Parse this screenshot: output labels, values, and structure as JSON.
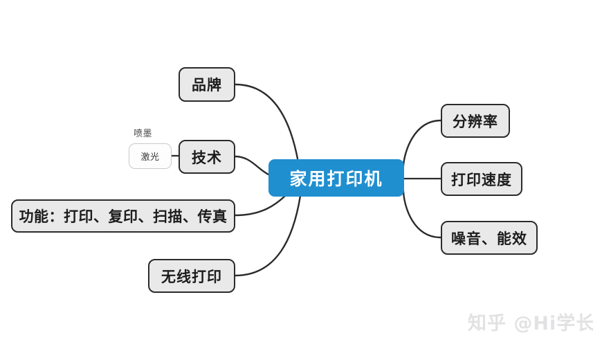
{
  "diagram": {
    "type": "mind-map",
    "background_color": "#ffffff",
    "edge_color": "#2b2b2b",
    "central": {
      "label": "家用打印机",
      "fill_color": "#1f8fd0",
      "text_color": "#ffffff"
    },
    "node_fill_color": "#e9e9e9",
    "node_border_color": "#2b2b2b",
    "branches": [
      {
        "id": "brand",
        "label": "品牌",
        "side": "left"
      },
      {
        "id": "tech",
        "label": "技术",
        "side": "left"
      },
      {
        "id": "function",
        "label": "功能：打印、复印、扫描、传真",
        "side": "left"
      },
      {
        "id": "wireless",
        "label": "无线打印",
        "side": "left"
      },
      {
        "id": "dpi",
        "label": "分辨率",
        "side": "right"
      },
      {
        "id": "speed",
        "label": "打印速度",
        "side": "right"
      },
      {
        "id": "noise",
        "label": "噪音、能效",
        "side": "right"
      }
    ],
    "sub_nodes": [
      {
        "id": "inkjet",
        "label": "喷墨",
        "parent": "tech",
        "style": "plain-text"
      },
      {
        "id": "laser",
        "label": "激光",
        "parent": "tech",
        "style": "boxed"
      }
    ]
  },
  "watermark": {
    "text": "知乎 @Hi学长",
    "color": "#e2e2e4"
  }
}
